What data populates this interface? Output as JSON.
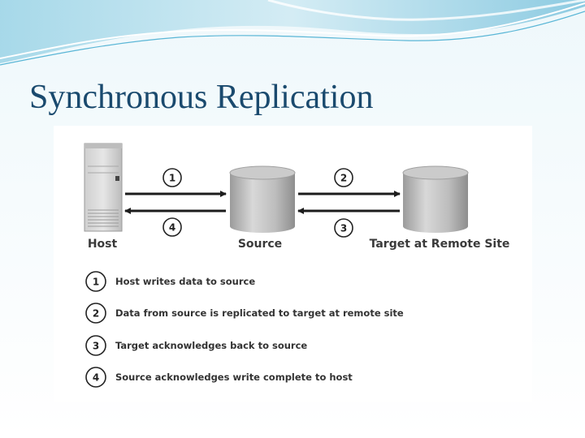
{
  "slide": {
    "title": "Synchronous Replication"
  },
  "diagram": {
    "nodes": {
      "host": "Host",
      "source": "Source",
      "target": "Target at Remote Site"
    },
    "step_numbers": [
      "1",
      "2",
      "3",
      "4"
    ],
    "legend": [
      {
        "num": "1",
        "text": "Host writes data to source"
      },
      {
        "num": "2",
        "text": "Data from source is replicated to target at remote site"
      },
      {
        "num": "3",
        "text": "Target acknowledges back to source"
      },
      {
        "num": "4",
        "text": "Source acknowledges write complete to host"
      }
    ]
  },
  "colors": {
    "title": "#1a4a6e",
    "wave": "#5ab6d6",
    "arrow": "#1c1c1c",
    "cylinder": "#b5b5b5"
  }
}
